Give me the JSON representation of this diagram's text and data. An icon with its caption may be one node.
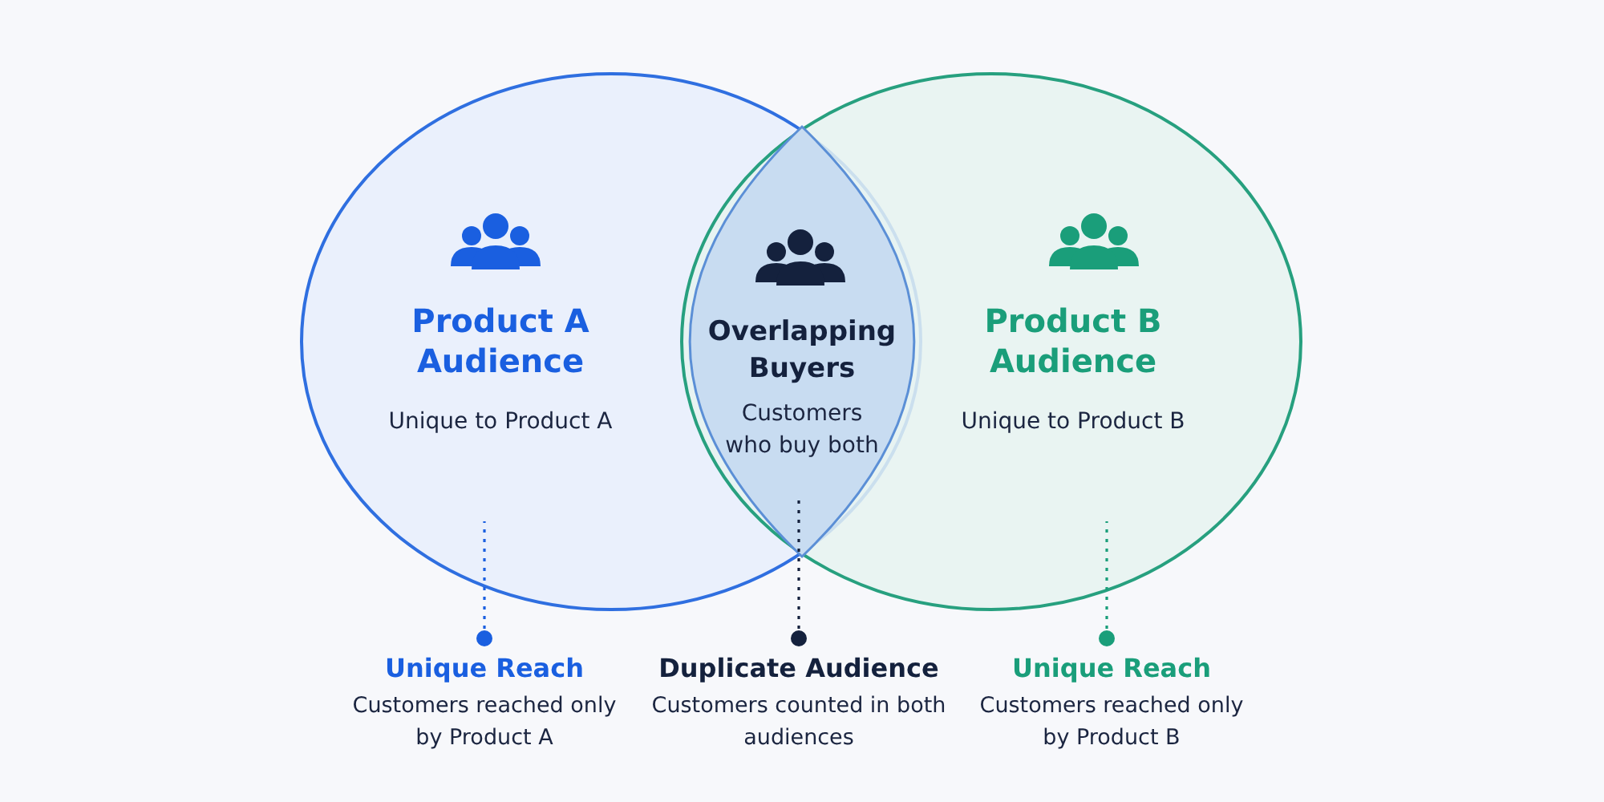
{
  "diagram": {
    "nodes": [
      {
        "text": [
          "Product A Audience",
          "Unique to Product A"
        ]
      },
      {
        "text": [
          "Product B Audience",
          "Unique to Product B"
        ]
      },
      {
        "text": [
          "Overlapping Buyers",
          "Customers who buy both"
        ]
      },
      {
        "text": [
          "Unique Reach",
          "Customers reached only by Product A"
        ]
      },
      {
        "text": [
          "Duplicate Audience",
          "Customers counted in both audiences"
        ]
      },
      {
        "text": [
          "Unique Reach",
          "Customers reached only by Product B"
        ]
      }
    ],
    "edges": [
      {
        "from": 3,
        "to": 0,
        "arrow": "other",
        "style": "dashed",
        "color": "#1a5fe0"
      },
      {
        "from": 4,
        "to": 2,
        "arrow": "other",
        "style": "dashed",
        "color": "#14213d"
      },
      {
        "from": 5,
        "to": 1,
        "arrow": "other",
        "style": "dashed",
        "color": "#1a9e7a"
      }
    ]
  }
}
